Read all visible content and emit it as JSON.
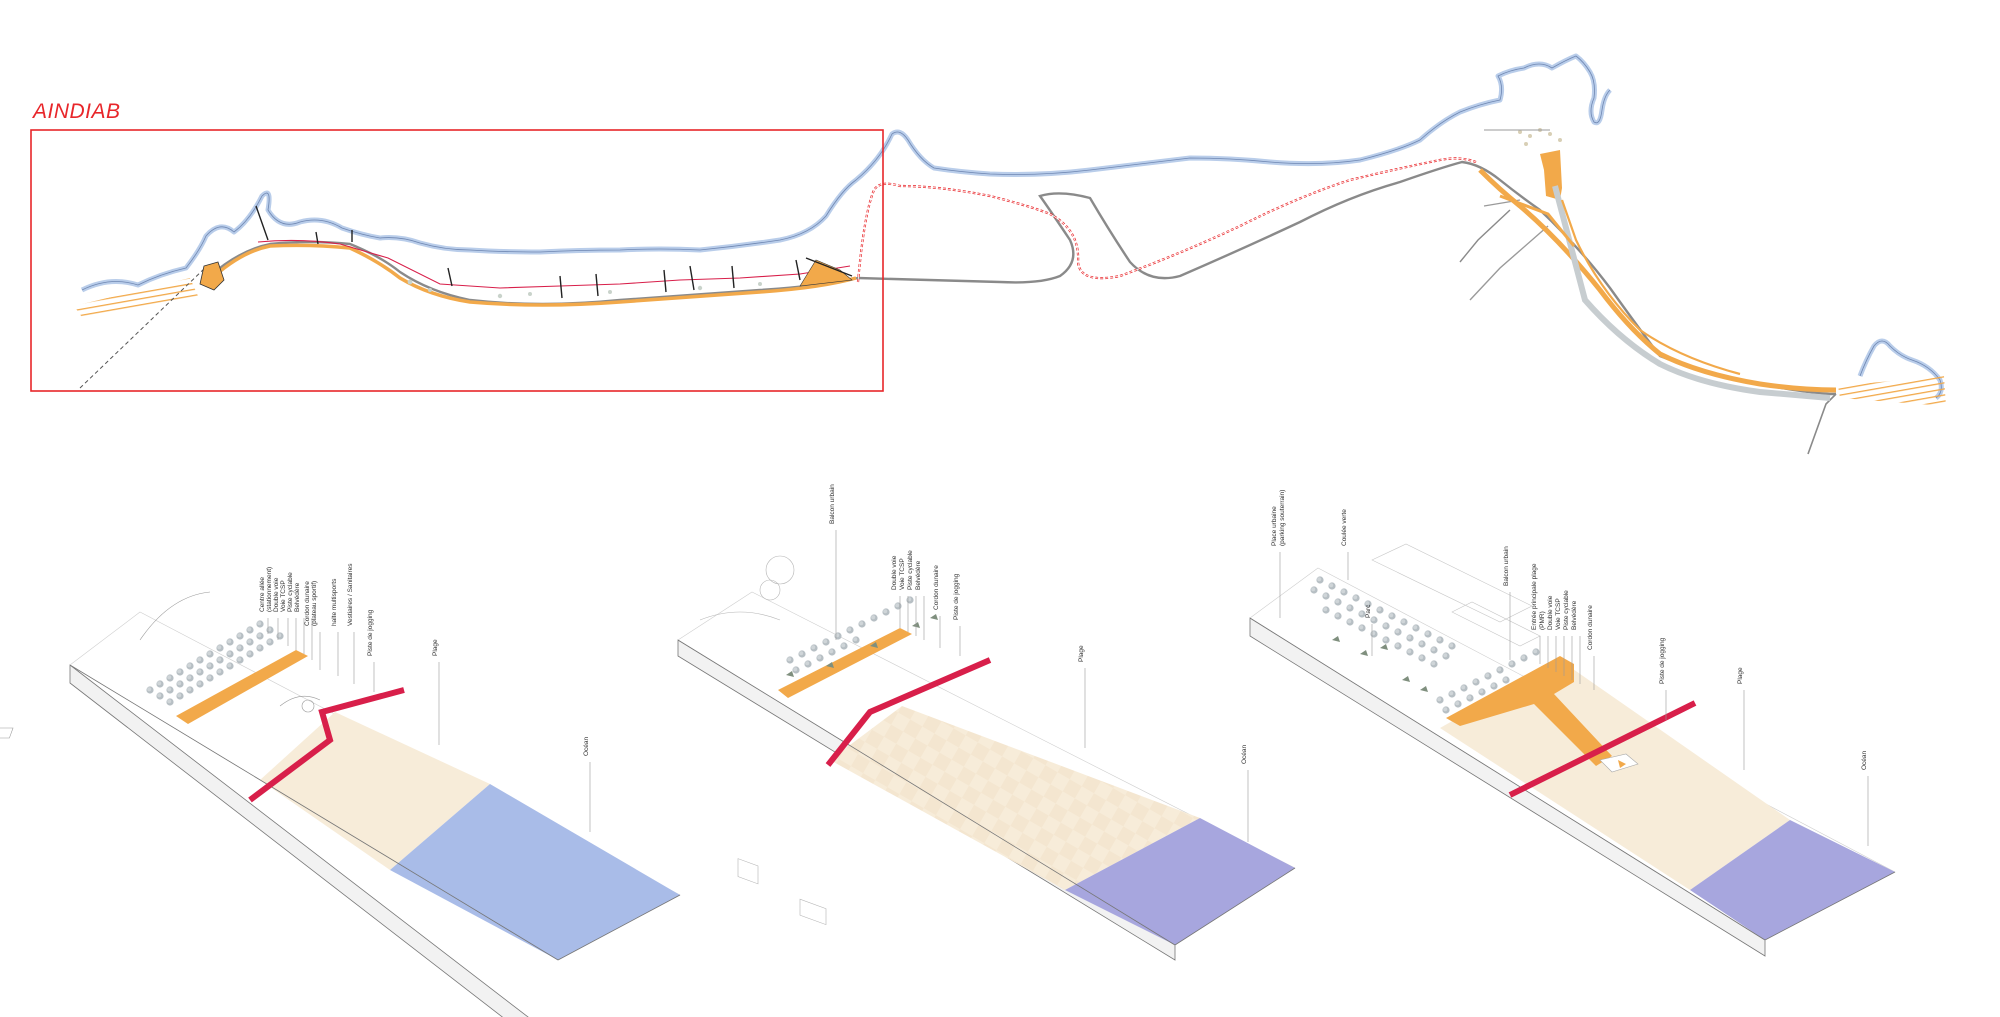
{
  "map": {
    "title": "AINDIAB"
  },
  "sections": [
    {
      "labels": {
        "l1": "Centre allée",
        "l2": "(stationnement)",
        "l3": "Double voie",
        "l4": "Voie TCSP",
        "l5": "Piste cyclable",
        "l6": "Belvédère",
        "l7": "Cordon dunaire",
        "l8": "(plateau sportif)",
        "l9": "halte multisports",
        "l10": "Vestiaires / Sanitaires",
        "l11": "Piste de jogging",
        "l12": "Plage",
        "l13": "Océan"
      }
    },
    {
      "labels": {
        "l1": "Balcon urbain",
        "l2": "Double voie",
        "l3": "Voie TCSP",
        "l4": "Piste cyclable",
        "l5": "Belvédère",
        "l6": "Cordon dunaire",
        "l7": "Piste de jogging",
        "l8": "Plage",
        "l9": "Océan"
      }
    },
    {
      "labels": {
        "l1": "Place urbaine",
        "l2": "(parking souterrain)",
        "l3": "Coulée verte",
        "l4": "Parc",
        "l5": "Balcon urbain",
        "l6": "Entrée principale plage",
        "l7": "(PMR)",
        "l8": "Double voie",
        "l9": "Voie TCSP",
        "l10": "Piste cyclable",
        "l11": "Belvédère",
        "l12": "Cordon dunaire",
        "l13": "Piste de jogging",
        "l14": "Plage",
        "l15": "Océan"
      }
    }
  ],
  "colors": {
    "accent_red": "#e8262a",
    "section_cut": "#d81f4a",
    "promenade": "#f2a94a",
    "beach": "#f7ecd9",
    "ocean1": "#a9bce8",
    "ocean2": "#a7a6de",
    "coast": "#b9cdea",
    "road": "#8a8a8a"
  }
}
